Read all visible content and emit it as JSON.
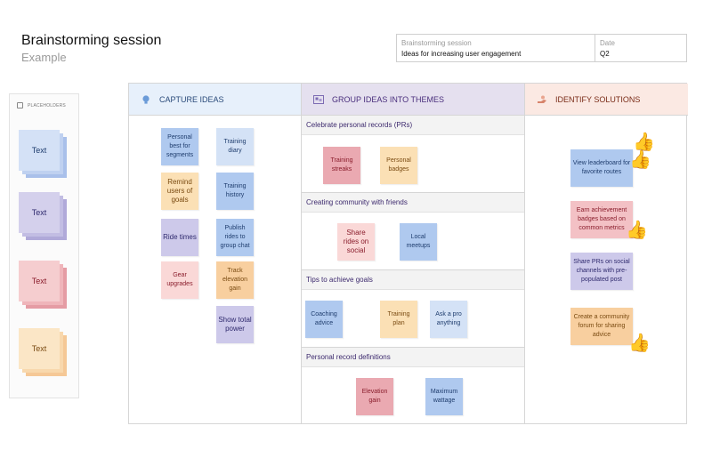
{
  "header": {
    "title": "Brainstorming session",
    "subtitle": "Example"
  },
  "info": {
    "session_key": "Brainstorming session",
    "session_value": "Ideas for increasing user engagement",
    "date_key": "Date",
    "date_value": "Q2"
  },
  "placeholders": {
    "label": "PLACEHOLDERS",
    "items": [
      "Text",
      "Text",
      "Text",
      "Text"
    ]
  },
  "columns": {
    "capture": "CAPTURE IDEAS",
    "group": "GROUP IDEAS INTO THEMES",
    "identify": "IDENTIFY SOLUTIONS"
  },
  "capture_notes": [
    "Personal best for segments",
    "Training diary",
    "Remind users of goals",
    "Training history",
    "Ride times",
    "Publish rides to group chat",
    "Gear upgrades",
    "Track elevation gain",
    "Show total power"
  ],
  "themes": [
    {
      "title": "Celebrate personal records (PRs)",
      "notes": [
        "Training streaks",
        "Personal badges"
      ]
    },
    {
      "title": "Creating community with friends",
      "notes": [
        "Share rides on social",
        "Local meetups"
      ]
    },
    {
      "title": "Tips to achieve goals",
      "notes": [
        "Coaching advice",
        "Training plan",
        "Ask a pro anything"
      ]
    },
    {
      "title": "Personal record definitions",
      "notes": [
        "Elevation gain",
        "Maximum wattage"
      ]
    }
  ],
  "solutions": [
    "View leaderboard for favorite routes",
    "Earn achievement badges based on common metrics",
    "Share PRs on social channels with pre-populated post",
    "Create a community forum for sharing advice"
  ],
  "colors": {
    "blue": "#afc9ef",
    "yellow": "#fbe0b5",
    "purple": "#cdc9ea",
    "pink": "#f3c1c5"
  }
}
